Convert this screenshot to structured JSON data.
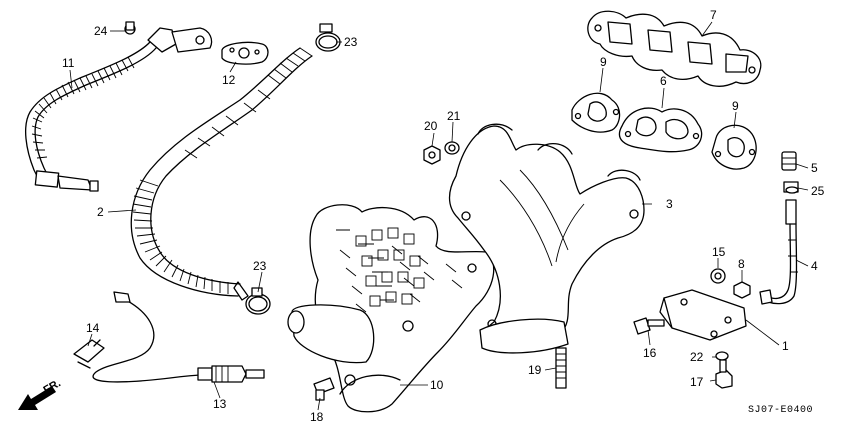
{
  "diagram": {
    "catalog_code": "SJ07-E0400",
    "direction_label": "FR.",
    "callouts": [
      {
        "id": "c1",
        "text": "1"
      },
      {
        "id": "c2",
        "text": "2"
      },
      {
        "id": "c3",
        "text": "3"
      },
      {
        "id": "c4",
        "text": "4"
      },
      {
        "id": "c5",
        "text": "5"
      },
      {
        "id": "c6",
        "text": "6"
      },
      {
        "id": "c7",
        "text": "7"
      },
      {
        "id": "c8",
        "text": "8"
      },
      {
        "id": "c9a",
        "text": "9"
      },
      {
        "id": "c9b",
        "text": "9"
      },
      {
        "id": "c10",
        "text": "10"
      },
      {
        "id": "c11",
        "text": "11"
      },
      {
        "id": "c12",
        "text": "12"
      },
      {
        "id": "c13",
        "text": "13"
      },
      {
        "id": "c14",
        "text": "14"
      },
      {
        "id": "c15",
        "text": "15"
      },
      {
        "id": "c16",
        "text": "16"
      },
      {
        "id": "c17",
        "text": "17"
      },
      {
        "id": "c18",
        "text": "18"
      },
      {
        "id": "c19",
        "text": "19"
      },
      {
        "id": "c20",
        "text": "20"
      },
      {
        "id": "c21",
        "text": "21"
      },
      {
        "id": "c22",
        "text": "22"
      },
      {
        "id": "c23a",
        "text": "23"
      },
      {
        "id": "c23b",
        "text": "23"
      },
      {
        "id": "c24",
        "text": "24"
      },
      {
        "id": "c25",
        "text": "25"
      }
    ]
  }
}
